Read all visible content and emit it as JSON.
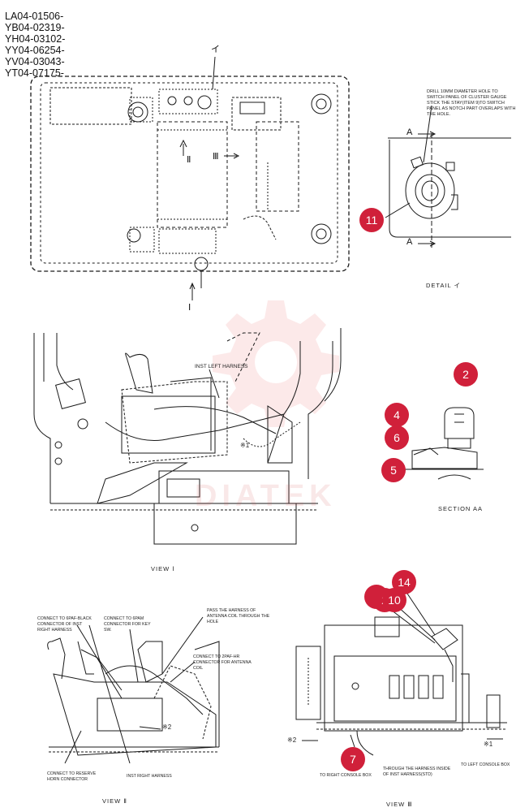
{
  "serial_numbers": [
    "LA04-01506-",
    "YB04-02319-",
    "YH04-03102-",
    "YY04-06254-",
    "YV04-03043-",
    "YT04-07175-"
  ],
  "detail": {
    "marker": "イ",
    "note": "DRILL 10mm DIAMETER HOLE TO SWITCH PANEL OF CLUSTER GAUGE STICK THE STAY(ITEM 9)TO SWITCH PANEL AS NOTCH PART OVERLAPS WITH THE HOLE.",
    "section_mark": "A",
    "caption": "DETAIL イ"
  },
  "top_view": {
    "view_marks": [
      "Ⅱ",
      "Ⅲ",
      "Ⅰ"
    ]
  },
  "view1": {
    "note_inst_left": "INST LEFT HARNESS",
    "mark_x1": "※1",
    "caption": "VIEW Ⅰ"
  },
  "section": {
    "caption": "SECTION AA"
  },
  "view2": {
    "note_connect_black": "CONNECT TO 6PAF-BLACK CONNECTOR OF INST RIGHT HARNESS",
    "note_connect_key": "CONNECT TO 6PAM CONNECTOR FOR KEY SW.",
    "note_pass_harness": "PASS THE HARNESS OF ANTENNA COIL THROUGH THE HOLE",
    "note_connect_antenna": "CONNECT TO 2PAF-HR CONNECTOR FOR ANTENNA COIL",
    "mark_x2": "※2",
    "note_reserve_horn": "CONNECT TO RESERVE HORN CONNECTOR",
    "note_inst_right": "INST RIGHT HARNESS",
    "caption": "VIEW Ⅱ"
  },
  "view3": {
    "mark_x2": "※2",
    "mark_x1": "※1",
    "note_right_console": "TO RIGHT CONSOLE BOX",
    "note_through_harness": "THROUGH THE HARNESS INSIDE OF INST HARNESS(STD)",
    "note_left_console": "TO LEFT CONSOLE BOX",
    "caption": "VIEW Ⅲ"
  },
  "callouts": [
    "11",
    "2",
    "4",
    "6",
    "5",
    "14",
    "1",
    "2",
    "10",
    "7"
  ],
  "watermark": "DIATEK",
  "colors": {
    "callout": "#d0203a",
    "line": "#1a1a1a",
    "watermark": "#e85555"
  }
}
